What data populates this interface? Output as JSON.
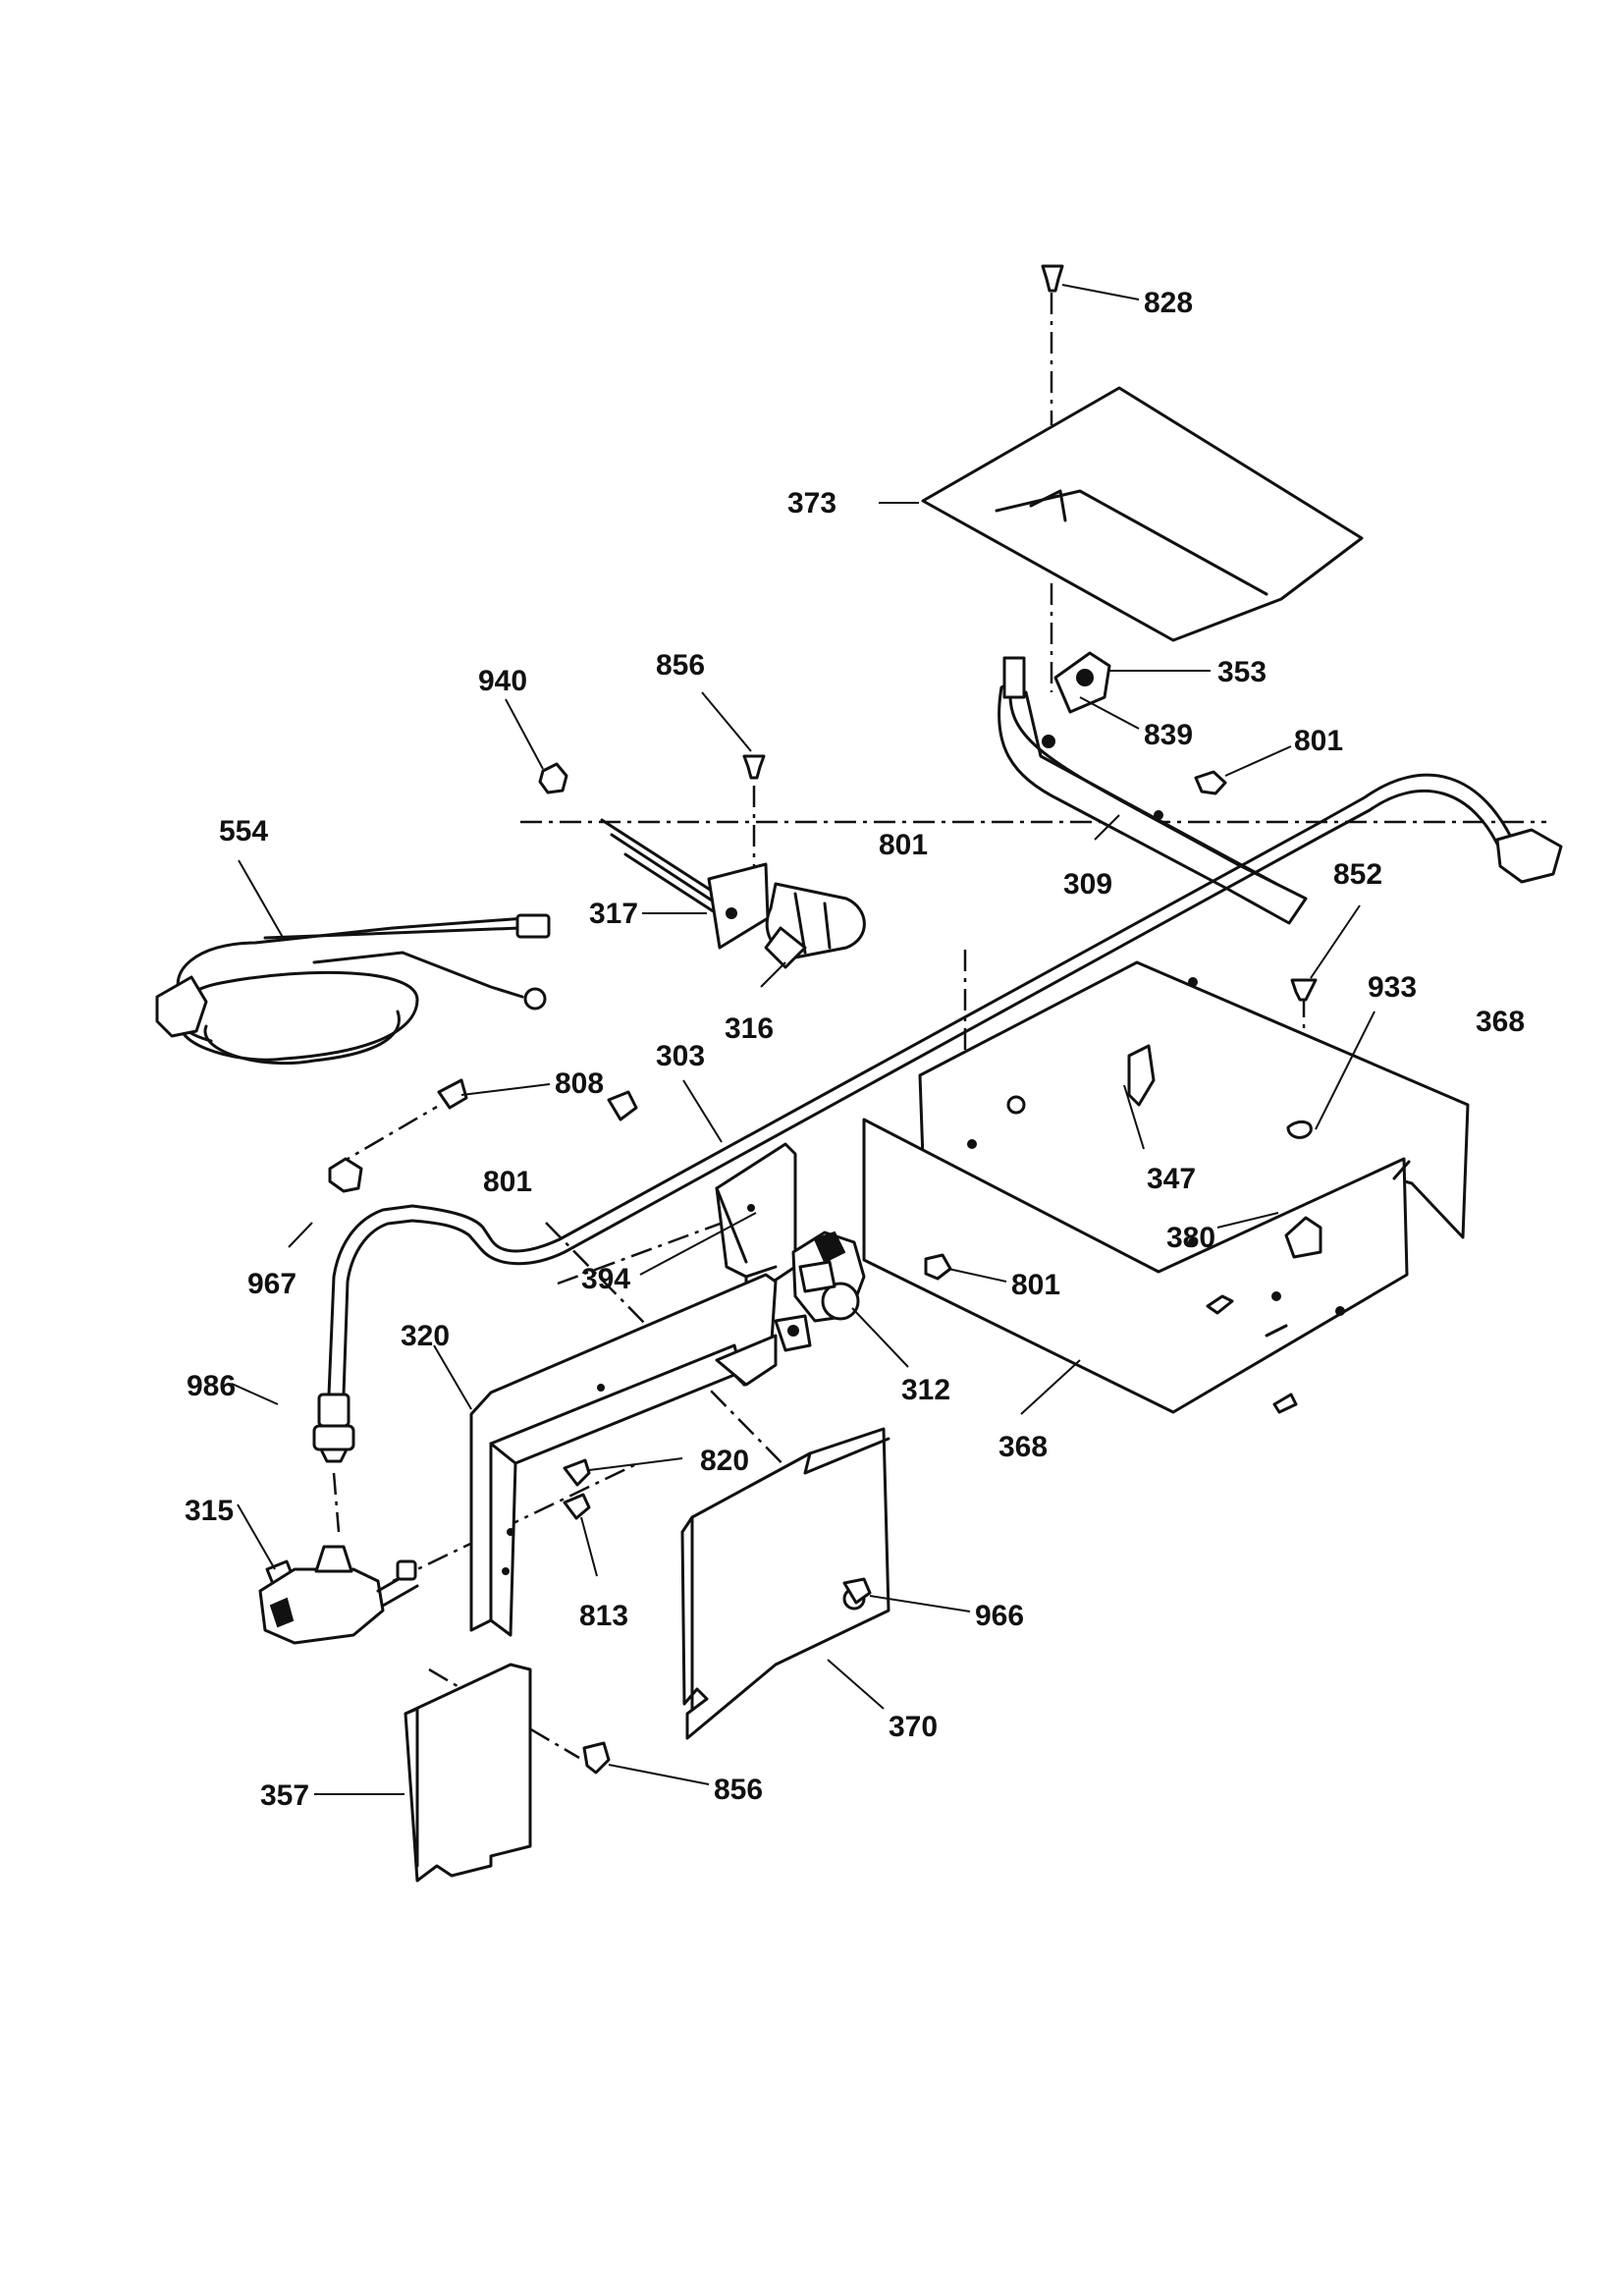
{
  "diagram": {
    "labels": [
      {
        "id": "l828",
        "text": "828"
      },
      {
        "id": "l373",
        "text": "373"
      },
      {
        "id": "l353",
        "text": "353"
      },
      {
        "id": "l839",
        "text": "839"
      },
      {
        "id": "l801a",
        "text": "801"
      },
      {
        "id": "l940",
        "text": "940"
      },
      {
        "id": "l856a",
        "text": "856"
      },
      {
        "id": "l554",
        "text": "554"
      },
      {
        "id": "l317",
        "text": "317"
      },
      {
        "id": "l316",
        "text": "316"
      },
      {
        "id": "l801b",
        "text": "801"
      },
      {
        "id": "l309",
        "text": "309"
      },
      {
        "id": "l852",
        "text": "852"
      },
      {
        "id": "l933",
        "text": "933"
      },
      {
        "id": "l368a",
        "text": "368"
      },
      {
        "id": "l808",
        "text": "808"
      },
      {
        "id": "l303",
        "text": "303"
      },
      {
        "id": "l801c",
        "text": "801"
      },
      {
        "id": "l347",
        "text": "347"
      },
      {
        "id": "l380",
        "text": "380"
      },
      {
        "id": "l394",
        "text": "394"
      },
      {
        "id": "l801d",
        "text": "801"
      },
      {
        "id": "l967",
        "text": "967"
      },
      {
        "id": "l320",
        "text": "320"
      },
      {
        "id": "l312",
        "text": "312"
      },
      {
        "id": "l368b",
        "text": "368"
      },
      {
        "id": "l986",
        "text": "986"
      },
      {
        "id": "l820",
        "text": "820"
      },
      {
        "id": "l315",
        "text": "315"
      },
      {
        "id": "l813",
        "text": "813"
      },
      {
        "id": "l966",
        "text": "966"
      },
      {
        "id": "l370",
        "text": "370"
      },
      {
        "id": "l357",
        "text": "357"
      },
      {
        "id": "l856b",
        "text": "856"
      }
    ]
  }
}
